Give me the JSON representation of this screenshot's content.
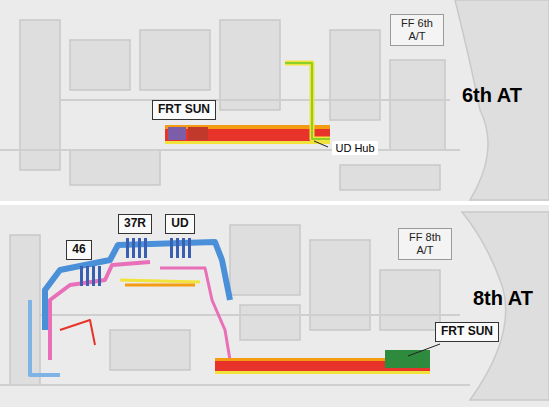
{
  "diagram": {
    "nodes": [
      {
        "text": [
          "FF 6th A/T"
        ]
      },
      {
        "text": [
          "FRT SUN"
        ]
      },
      {
        "text": [
          "46"
        ]
      },
      {
        "text": [
          "37R"
        ]
      },
      {
        "text": [
          "UD"
        ]
      },
      {
        "text": [
          "FF 8th A/T"
        ]
      },
      {
        "text": [
          "FRT SUN"
        ]
      }
    ],
    "edges": [],
    "labels": [
      "6th AT",
      "UD Hub",
      "8th AT"
    ]
  }
}
